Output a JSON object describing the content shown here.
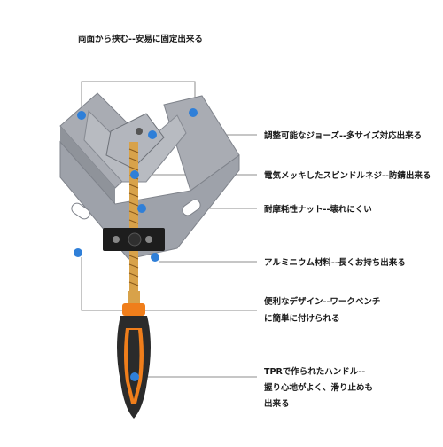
{
  "labels": {
    "top": "両面から挟む--安易に固定出来る",
    "jaws": "調整可能なジョーズ--多サイズ対応出来る",
    "spindle": "電気メッキしたスピンドルネジ--防錆出来る",
    "nut": "耐摩耗性ナット--壊れにくい",
    "aluminium": "アルミニウム材料--長くお持ち出来る",
    "design_line1": "便利なデザイン--ワークベンチ",
    "design_line2": "に簡単に付けられる",
    "handle_line1": "TPRで作られたハンドル--",
    "handle_line2": "握り心地がよく、滑り止めも",
    "handle_line3": "出来る"
  },
  "colors": {
    "aluminium": "#a9acb3",
    "aluminium_dark": "#7f838b",
    "handle_black": "#2b2b2b",
    "handle_orange": "#f07e1b",
    "callout_line": "#8c8c8c",
    "dot_blue": "#2f7fd8"
  }
}
